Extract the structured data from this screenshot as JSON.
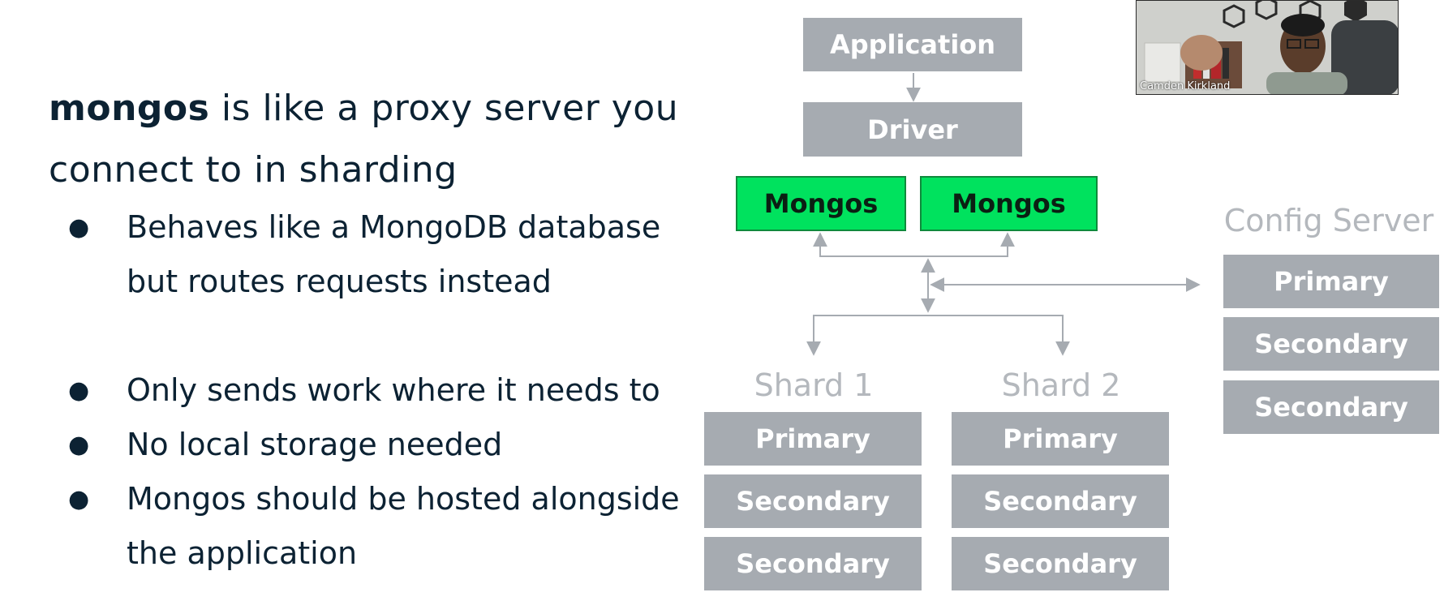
{
  "lead": {
    "bold": "mongos",
    "rest": " is like a proxy server you connect to in sharding"
  },
  "bullets": [
    "Behaves like a MongoDB database but routes requests instead",
    "Only sends work where it needs to",
    "No local storage needed",
    "Mongos should be hosted alongside the application"
  ],
  "bullet_glyph": "●",
  "diagram": {
    "application": "Application",
    "driver": "Driver",
    "mongos": [
      "Mongos",
      "Mongos"
    ],
    "config_server": {
      "title": "Config Server",
      "members": [
        "Primary",
        "Secondary",
        "Secondary"
      ]
    },
    "shards": [
      {
        "title": "Shard 1",
        "members": [
          "Primary",
          "Secondary",
          "Secondary"
        ]
      },
      {
        "title": "Shard 2",
        "members": [
          "Primary",
          "Secondary",
          "Secondary"
        ]
      }
    ]
  },
  "webcam": {
    "name": "Camden Kirkland"
  },
  "colors": {
    "text": "#0c2233",
    "box_gray": "#a6abb1",
    "mongos_green": "#00e25e",
    "label_gray": "#b4b8bd",
    "line_gray": "#a6abb1"
  }
}
